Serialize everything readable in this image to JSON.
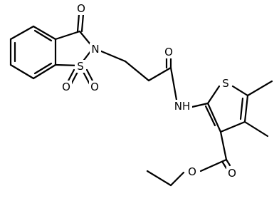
{
  "structure": {
    "atom_labels": {
      "o_carbonyl_top": "O",
      "n_ring": "N",
      "s_ring": "S",
      "o_sulfonyl_left": "O",
      "o_sulfonyl_right": "O",
      "o_amide": "O",
      "nh": "NH",
      "s_thiophene": "S",
      "o_ester_carbonyl": "O",
      "o_ester_ether": "O"
    }
  }
}
